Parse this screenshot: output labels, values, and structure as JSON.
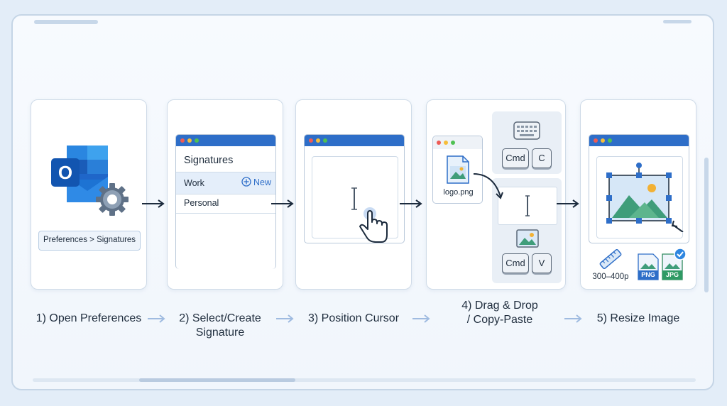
{
  "steps": [
    {
      "label": "1) Open Preferences"
    },
    {
      "label": "2) Select/Create",
      "label2": "Signature"
    },
    {
      "label": "3) Position Cursor"
    },
    {
      "label": "4) Drag & Drop",
      "label2": "/ Copy-Paste"
    },
    {
      "label": "5) Resize Image"
    }
  ],
  "step1": {
    "menu_path": "Preferences > Signatures",
    "app_letter": "O"
  },
  "step2": {
    "title": "Signatures",
    "items": [
      "Work",
      "Personal"
    ],
    "new_label": "New"
  },
  "step4": {
    "file_name": "logo.png",
    "copy_keys": [
      "Cmd",
      "C"
    ],
    "paste_keys": [
      "Cmd",
      "V"
    ]
  },
  "step5": {
    "size_hint": "300–400p",
    "formats": [
      "PNG",
      "JPG"
    ]
  },
  "colors": {
    "accent": "#2e6ec8",
    "dark_arrow": "#1c2b3d",
    "soft_arrow": "#9fbbe0"
  }
}
